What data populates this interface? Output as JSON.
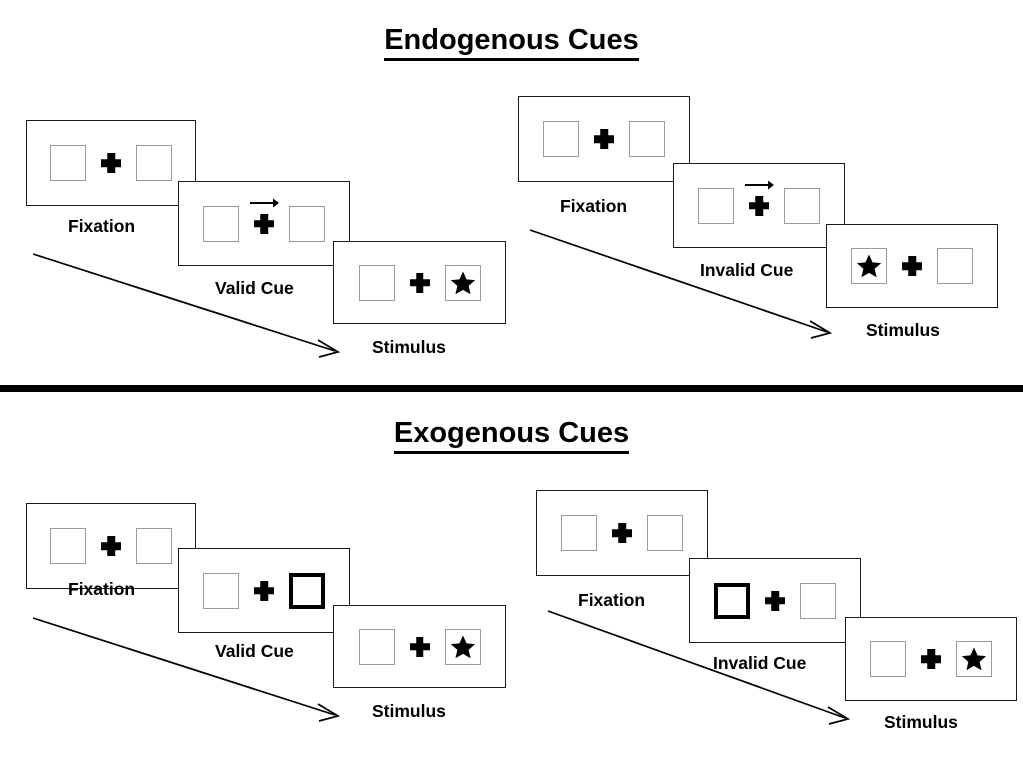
{
  "sections": [
    {
      "id": "endogenous",
      "title": "Endogenous Cues",
      "groups": [
        {
          "id": "endogenous-valid",
          "frames": [
            {
              "id": "fixation",
              "label": "Fixation",
              "cue": "none",
              "left_content": "empty",
              "right_content": "empty"
            },
            {
              "id": "valid-cue",
              "label": "Valid Cue",
              "cue": "arrow-right",
              "left_content": "empty",
              "right_content": "empty"
            },
            {
              "id": "stimulus",
              "label": "Stimulus",
              "cue": "none",
              "left_content": "empty",
              "right_content": "star"
            }
          ]
        },
        {
          "id": "endogenous-invalid",
          "frames": [
            {
              "id": "fixation",
              "label": "Fixation",
              "cue": "none",
              "left_content": "empty",
              "right_content": "empty"
            },
            {
              "id": "invalid-cue",
              "label": "Invalid Cue",
              "cue": "arrow-right",
              "left_content": "empty",
              "right_content": "empty"
            },
            {
              "id": "stimulus",
              "label": "Stimulus",
              "cue": "none",
              "left_content": "star",
              "right_content": "empty"
            }
          ]
        }
      ]
    },
    {
      "id": "exogenous",
      "title": "Exogenous Cues",
      "groups": [
        {
          "id": "exogenous-valid",
          "frames": [
            {
              "id": "fixation",
              "label": "Fixation",
              "cue": "none",
              "left_content": "empty",
              "right_content": "empty"
            },
            {
              "id": "valid-cue",
              "label": "Valid Cue",
              "cue": "flash-right",
              "left_content": "empty",
              "right_content": "empty"
            },
            {
              "id": "stimulus",
              "label": "Stimulus",
              "cue": "none",
              "left_content": "empty",
              "right_content": "star"
            }
          ]
        },
        {
          "id": "exogenous-invalid",
          "frames": [
            {
              "id": "fixation",
              "label": "Fixation",
              "cue": "none",
              "left_content": "empty",
              "right_content": "empty"
            },
            {
              "id": "invalid-cue",
              "label": "Invalid Cue",
              "cue": "flash-left",
              "left_content": "empty",
              "right_content": "empty"
            },
            {
              "id": "stimulus",
              "label": "Stimulus",
              "cue": "none",
              "left_content": "empty",
              "right_content": "star"
            }
          ]
        }
      ]
    }
  ],
  "labels": {
    "endogenous_title": "Endogenous Cues",
    "exogenous_title": "Exogenous Cues",
    "fixation": "Fixation",
    "valid_cue": "Valid Cue",
    "invalid_cue": "Invalid Cue",
    "stimulus": "Stimulus"
  },
  "colors": {
    "background": "#ffffff",
    "frame_border": "#1a1a1a",
    "box_border": "#9a9a9a",
    "flash_border": "#000000",
    "ink": "#000000",
    "divider": "#000000"
  }
}
